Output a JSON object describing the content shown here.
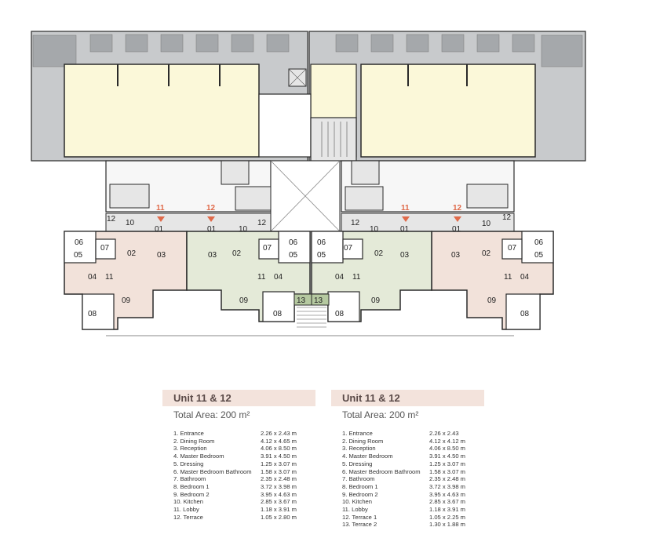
{
  "plan": {
    "room_tags": {
      "t01": "01",
      "t02": "02",
      "t03": "03",
      "t04": "04",
      "t05": "05",
      "t06": "06",
      "t07": "07",
      "t08": "08",
      "t09": "09",
      "t10": "10",
      "t11": "11",
      "t12": "12",
      "t13": "13"
    },
    "unit_markers": [
      "11",
      "12",
      "11",
      "12"
    ],
    "colors": {
      "office": "#fbf8d9",
      "terrace": "#c8cacc",
      "unit_pink": "#f2e2da",
      "unit_green": "#e4ead8",
      "core": "#e6e6e6",
      "corridor": "#f7f7f7",
      "wall": "#2a2a2a",
      "marker": "#e06a4a",
      "stair13": "#b5c9a0"
    }
  },
  "legend_left": {
    "title": "Unit 11 & 12",
    "area": "Total Area: 200 m²",
    "rows": [
      {
        "label": "1. Entrance",
        "value": "2.26 x 2.43 m"
      },
      {
        "label": "2. Dining Room",
        "value": "4.12 x 4.65 m"
      },
      {
        "label": "3. Reception",
        "value": "4.06 x 8.50 m"
      },
      {
        "label": "4. Master Bedroom",
        "value": "3.91 x 4.50 m"
      },
      {
        "label": "5. Dressing",
        "value": "1.25 x 3.07 m"
      },
      {
        "label": "6. Master Bedroom Bathroom",
        "value": "1.58 x 3.07 m"
      },
      {
        "label": "7. Bathroom",
        "value": "2.35 x 2.48 m"
      },
      {
        "label": "8. Bedroom 1",
        "value": "3.72 x 3.98 m"
      },
      {
        "label": "9. Bedroom 2",
        "value": "3.95 x 4.63 m"
      },
      {
        "label": "10. Kitchen",
        "value": "2.85 x 3.67 m"
      },
      {
        "label": "11. Lobby",
        "value": "1.18 x 3.91 m"
      },
      {
        "label": "12. Terrace",
        "value": "1.05 x 2.80 m"
      }
    ]
  },
  "legend_right": {
    "title": "Unit 11 & 12",
    "area": "Total Area: 200 m²",
    "rows": [
      {
        "label": "1. Entrance",
        "value": "2.26 x 2.43"
      },
      {
        "label": "2. Dining Room",
        "value": "4.12 x 4.12 m"
      },
      {
        "label": "3. Reception",
        "value": "4.06 x 8.50 m"
      },
      {
        "label": "4. Master Bedroom",
        "value": "3.91 x 4.50 m"
      },
      {
        "label": "5. Dressing",
        "value": "1.25 x 3.07 m"
      },
      {
        "label": "6. Master Bedroom Bathroom",
        "value": "1.58 x 3.07 m"
      },
      {
        "label": "7. Bathroom",
        "value": "2.35 x 2.48 m"
      },
      {
        "label": "8. Bedroom 1",
        "value": "3.72 x 3.98 m"
      },
      {
        "label": "9. Bedroom 2",
        "value": "3.95 x 4.63 m"
      },
      {
        "label": "10. Kitchen",
        "value": "2.85 x 3.67 m"
      },
      {
        "label": "11. Lobby",
        "value": "1.18 x 3.91 m"
      },
      {
        "label": "12. Terrace 1",
        "value": "1.05 x 2.25 m"
      },
      {
        "label": "13. Terrace 2",
        "value": "1.30 x 1.88 m"
      }
    ]
  }
}
